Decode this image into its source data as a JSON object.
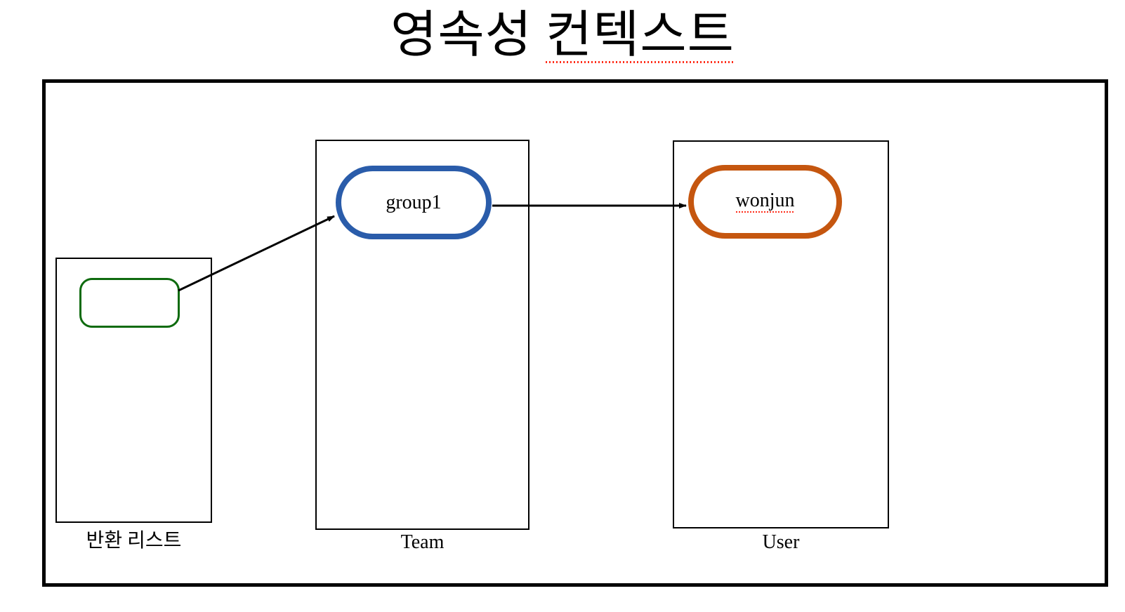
{
  "slide": {
    "title_prefix": "영속성 ",
    "title_misspelled": "컨텍스트",
    "title_full": "영속성 컨텍스트",
    "background_color": "#ffffff",
    "frame_color": "#000000"
  },
  "columns": [
    {
      "id": "return-list",
      "caption": "반환 리스트",
      "border_color": "#000000"
    },
    {
      "id": "team",
      "caption": "Team",
      "border_color": "#000000"
    },
    {
      "id": "user",
      "caption": "User",
      "border_color": "#000000"
    }
  ],
  "entities": [
    {
      "id": "empty",
      "label": "",
      "color": "#0F6B0F",
      "column": "return-list",
      "spellcheck_underline": false
    },
    {
      "id": "group1",
      "label": "group1",
      "color": "#2A5CAA",
      "column": "team",
      "spellcheck_underline": false
    },
    {
      "id": "wonjun",
      "label": "wonjun",
      "color": "#C5560F",
      "column": "user",
      "spellcheck_underline": true
    }
  ],
  "connectors": [
    {
      "id": "return-list-to-group1",
      "from": "empty",
      "to": "group1",
      "style": "diagonal-arrow",
      "color": "#000000"
    },
    {
      "id": "group1-to-wonjun",
      "from": "group1",
      "to": "wonjun",
      "style": "horizontal-arrow",
      "color": "#000000"
    }
  ],
  "colors": {
    "spellcheck": "#ff2d1a",
    "green": "#0F6B0F",
    "blue": "#2A5CAA",
    "orange": "#C5560F",
    "black": "#000000"
  }
}
